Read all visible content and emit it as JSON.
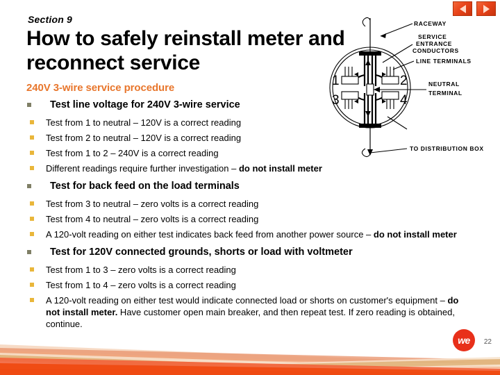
{
  "nav": {
    "back_icon": "triangle-left-icon",
    "forward_icon": "triangle-right-icon"
  },
  "header": {
    "section": "Section 9",
    "title": "How to safely reinstall meter and reconnect service",
    "subtitle": "240V 3-wire service procedure",
    "subtitle_color": "#e8762c"
  },
  "bullets": [
    {
      "text": "Test line voltage for 240V 3-wire service",
      "children": [
        {
          "text": "Test from 1 to neutral – 120V is a correct reading"
        },
        {
          "text": "Test from 2 to neutral – 120V is a correct reading"
        },
        {
          "text": "Test from 1 to 2 – 240V is a correct reading"
        },
        {
          "text": "Different readings require further investigation – ",
          "bold_tail": "do not install meter"
        }
      ]
    },
    {
      "text": "Test for back feed on the load terminals",
      "children": [
        {
          "text": "Test from 3 to neutral – zero volts is a correct reading"
        },
        {
          "text": "Test from 4 to neutral – zero volts is a correct reading"
        },
        {
          "text": "A 120-volt reading on either test indicates back feed from another power source – ",
          "bold_tail": "do not install meter"
        }
      ]
    },
    {
      "text": "Test for 120V connected grounds, shorts or load with voltmeter",
      "children": [
        {
          "text": "Test from 1 to 3 – zero volts is a correct reading"
        },
        {
          "text": "Test from 1 to 4 – zero volts is a correct reading"
        },
        {
          "text": "A 120-volt reading on either test would indicate connected load or shorts on customer's equipment – ",
          "bold_tail": "do not install meter.",
          "tail_after": " Have customer open main breaker, and then repeat test. If zero reading is obtained, continue."
        }
      ]
    }
  ],
  "diagram": {
    "name": "meter-socket-diagram",
    "labels": {
      "raceway": "RACEWAY",
      "service_entrance": "SERVICE\nENTRANCE\nCONDUCTORS",
      "service_entrance_l1": "SERVICE",
      "service_entrance_l2": "ENTRANCE",
      "service_entrance_l3": "CONDUCTORS",
      "line_terminals": "LINE TERMINALS",
      "neutral_terminal_l1": "NEUTRAL",
      "neutral_terminal_l2": "TERMINAL",
      "distribution_box": "TO DISTRIBUTION BOX"
    },
    "terminals": [
      "1",
      "2",
      "3",
      "4"
    ]
  },
  "footer": {
    "logo_text": "we",
    "page_number": "22",
    "accent_color": "#f04c14"
  }
}
